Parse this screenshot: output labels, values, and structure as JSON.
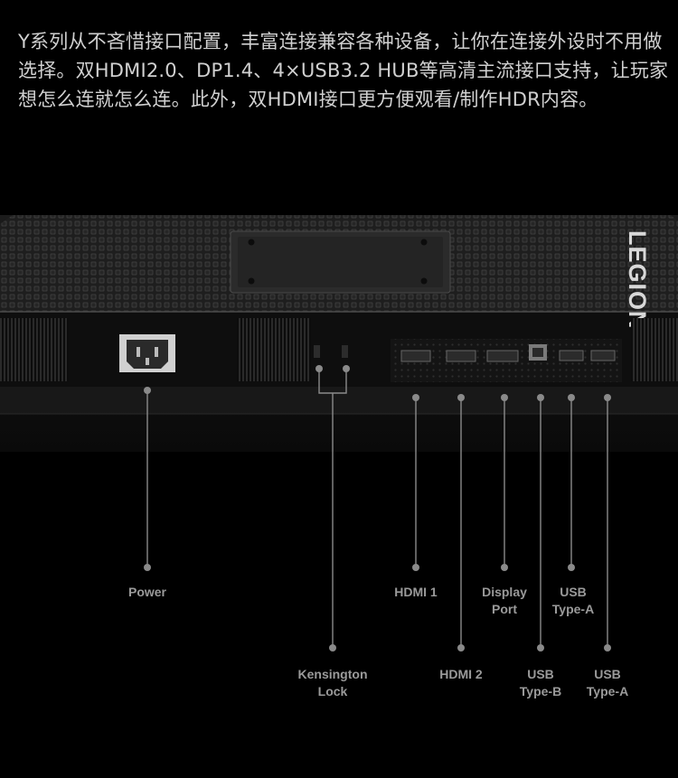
{
  "intro_text": "Y系列从不吝惜接口配置，丰富连接兼容各种设备，让你在连接外设时不用做选择。双HDMI2.0、DP1.4、4×USB3.2 HUB等高清主流接口支持，让玩家想怎么连就怎么连。此外，双HDMI接口更方便观看/制作HDR内容。",
  "brand_logo": "LEGION",
  "ports": {
    "power": "Power",
    "kensington": "Kensington\nLock",
    "hdmi1": "HDMI 1",
    "hdmi2": "HDMI 2",
    "displayport": "Display\nPort",
    "usb_b": "USB\nType-B",
    "usb_a1": "USB\nType-A",
    "usb_a2": "USB\nType-A"
  },
  "colors": {
    "background": "#000000",
    "text": "#d0d0d0",
    "label": "#9a9a9a",
    "callout_line": "#8a8a8a"
  }
}
